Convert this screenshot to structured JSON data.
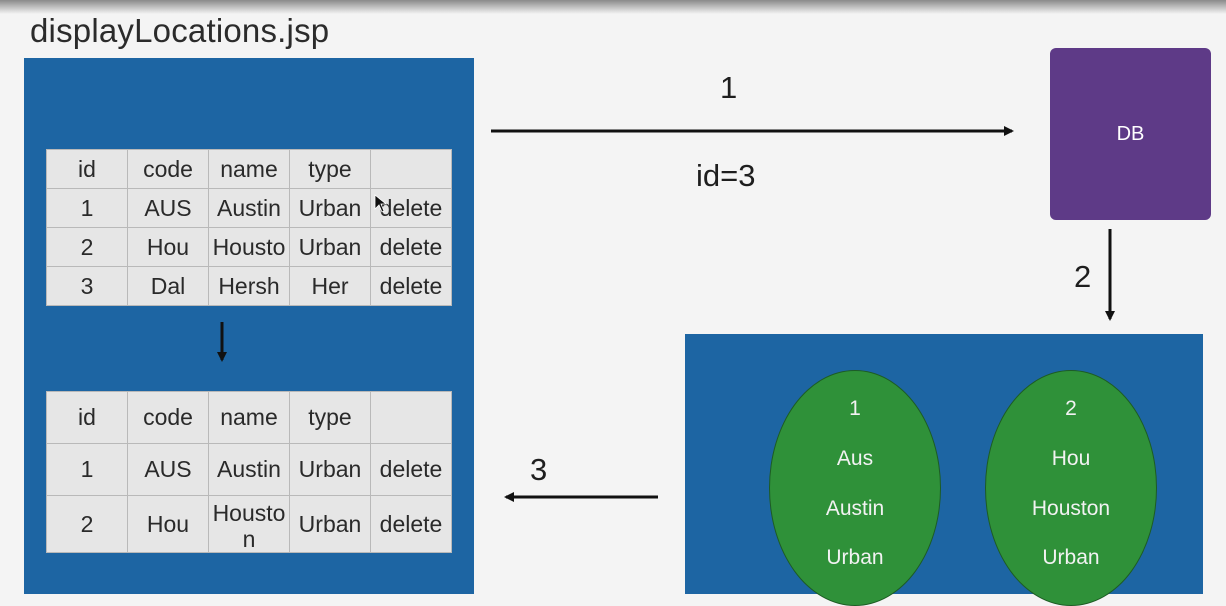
{
  "page_title": "displayLocations.jsp",
  "table_before": {
    "headers": [
      "id",
      "code",
      "name",
      "type",
      ""
    ],
    "rows": [
      [
        "1",
        "AUS",
        "Austin",
        "Urban",
        "delete"
      ],
      [
        "2",
        "Hou",
        "Housto",
        "Urban",
        "delete"
      ],
      [
        "3",
        "Dal",
        "Hersh",
        "Her",
        "delete"
      ]
    ]
  },
  "table_after": {
    "headers": [
      "id",
      "code",
      "name",
      "type",
      ""
    ],
    "rows": [
      [
        "1",
        "AUS",
        "Austin",
        "Urban",
        "delete"
      ],
      [
        "2",
        "Hou",
        "Houston",
        "Urban",
        "delete"
      ]
    ]
  },
  "db_label": "DB",
  "flows": {
    "step1": "1",
    "step1_param": "id=3",
    "step2": "2",
    "step3": "3"
  },
  "records": [
    {
      "id": "1",
      "code": "Aus",
      "name": "Austin",
      "type": "Urban"
    },
    {
      "id": "2",
      "code": "Hou",
      "name": "Houston",
      "type": "Urban"
    }
  ],
  "colors": {
    "panel_blue": "#1d65a3",
    "db_purple": "#5e3a87",
    "record_green": "#2f9139",
    "table_gray": "#e6e6e6"
  }
}
